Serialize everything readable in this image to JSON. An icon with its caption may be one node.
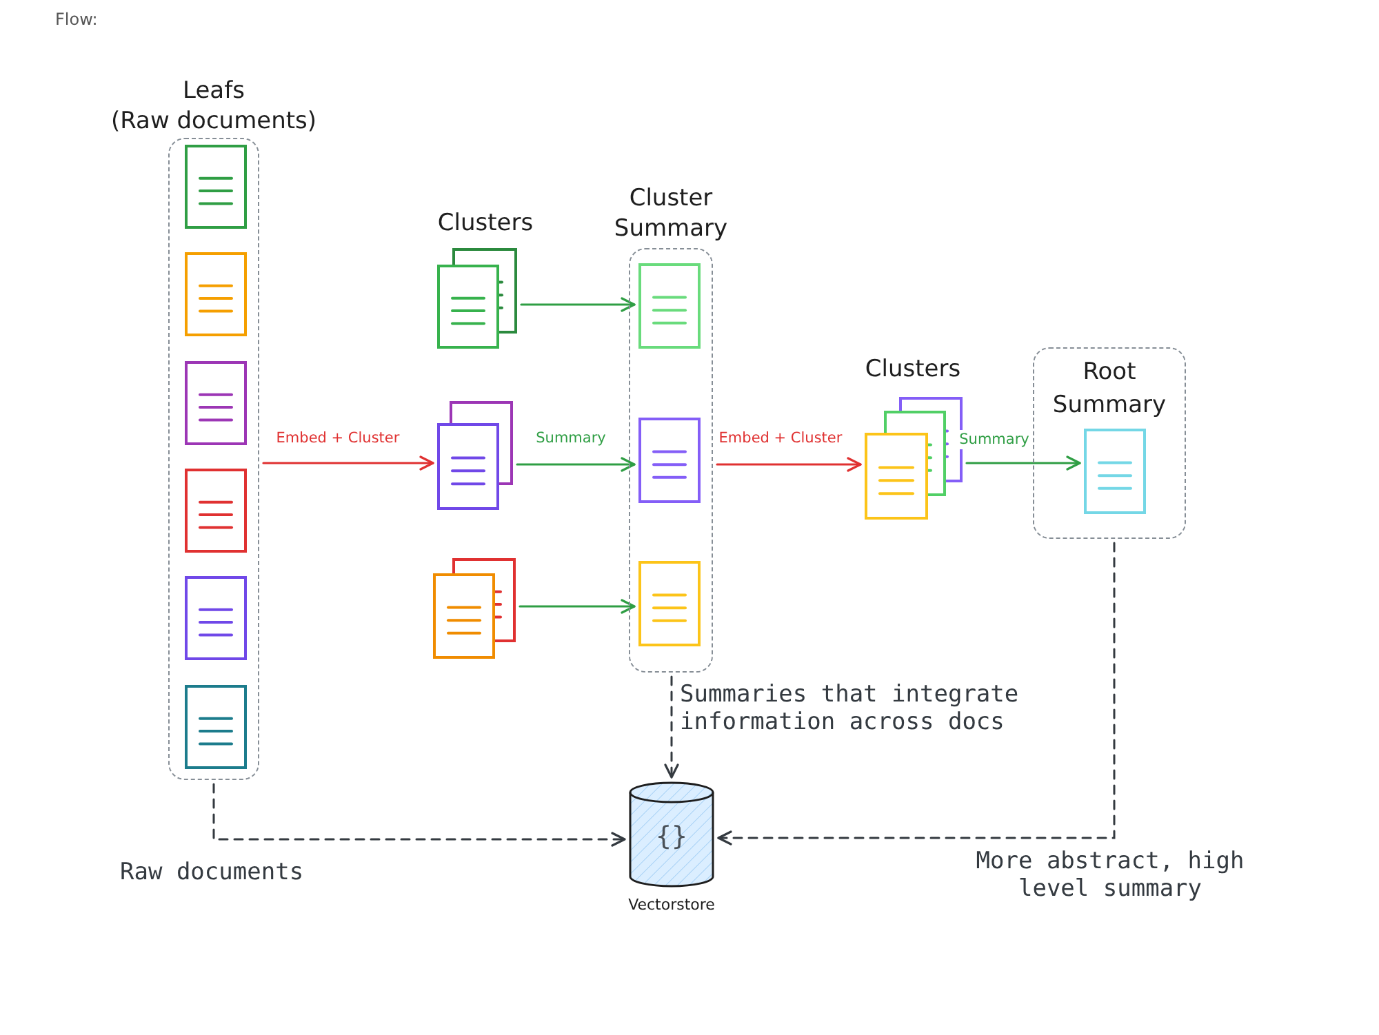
{
  "diagram": {
    "title": "Flow:",
    "nodes": [
      {
        "text": [
          "Leafs",
          "(Raw documents)"
        ]
      },
      {
        "text": [],
        "shape": "document",
        "in": 0
      },
      {
        "text": [],
        "shape": "document",
        "in": 0
      },
      {
        "text": [],
        "shape": "document",
        "in": 0
      },
      {
        "text": [],
        "shape": "document",
        "in": 0
      },
      {
        "text": [],
        "shape": "document",
        "in": 0
      },
      {
        "text": [],
        "shape": "document",
        "in": 0
      },
      {
        "text": [],
        "shape": "document",
        "beside": [
          "Clusters"
        ]
      },
      {
        "text": [],
        "shape": "document"
      },
      {
        "text": [],
        "shape": "document"
      },
      {
        "text": [
          "Cluster Summary"
        ]
      },
      {
        "text": [],
        "shape": "document",
        "in": 10
      },
      {
        "text": [],
        "shape": "document",
        "in": 10
      },
      {
        "text": [],
        "shape": "document",
        "in": 10
      },
      {
        "text": [],
        "shape": "document",
        "beside": [
          "Clusters"
        ]
      },
      {
        "text": [
          "Root Summary"
        ]
      },
      {
        "text": [],
        "shape": "document",
        "in": 15
      },
      {
        "text": [
          "{}",
          "Vectorstore"
        ]
      }
    ],
    "edges": [
      {
        "from": 0,
        "to": 8,
        "arrow": "to",
        "label": "Embed + Cluster",
        "color": "#e03131"
      },
      {
        "from": 7,
        "to": 11,
        "arrow": "to"
      },
      {
        "from": 8,
        "to": 12,
        "arrow": "to",
        "label": "Summary"
      },
      {
        "from": 9,
        "to": 13,
        "arrow": "to"
      },
      {
        "from": 10,
        "to": 14,
        "arrow": "to",
        "label": "Embed + Cluster",
        "color": "#e03131"
      },
      {
        "from": 14,
        "to": 16,
        "arrow": "to",
        "label": "Summary"
      },
      {
        "from": 10,
        "to": 17,
        "arrow": "to",
        "label": "Summaries that integrate information across docs",
        "style": "dashed",
        "color": "#343a40"
      },
      {
        "from": 0,
        "to": 17,
        "arrow": "to",
        "label": "Raw documents",
        "style": "dashed",
        "color": "#343a40"
      },
      {
        "from": 15,
        "to": 17,
        "arrow": "to",
        "label": "More abstract, high level summary",
        "style": "dashed",
        "color": "#343a40"
      }
    ]
  }
}
